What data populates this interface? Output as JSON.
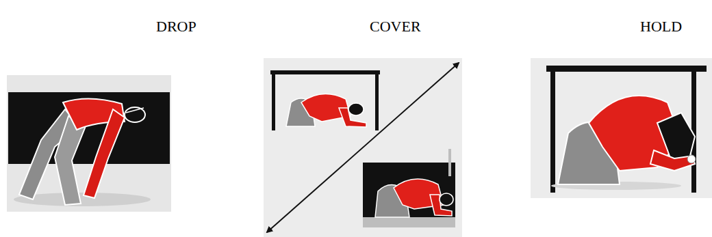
{
  "diagram": {
    "nodes": [
      {
        "text": [
          "DROP"
        ]
      },
      {
        "text": [
          "COVER"
        ]
      },
      {
        "text": [
          "HOLD"
        ]
      }
    ]
  }
}
